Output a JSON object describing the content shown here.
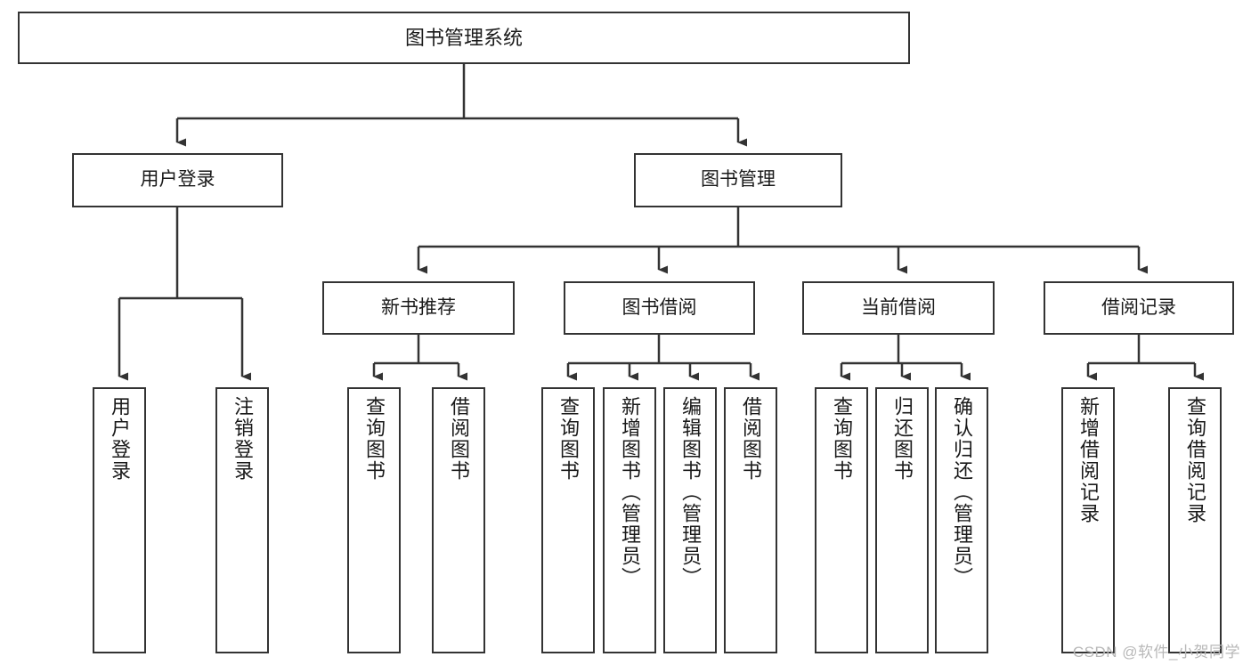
{
  "diagram": {
    "title": "图书管理系统",
    "type": "functional-structure-tree",
    "watermark": "CSDN @软件_小贺同学",
    "colors": {
      "box_border": "#333333",
      "box_fill": "#ffffff",
      "edge": "#333333",
      "text": "#1a1a1a",
      "watermark": "#b8b8b8",
      "background": "#ffffff"
    },
    "levels": {
      "root_label": "图书管理系统",
      "level2": [
        "用户登录",
        "图书管理"
      ],
      "level3": [
        "新书推荐",
        "图书借阅",
        "当前借阅",
        "借阅记录"
      ]
    },
    "nodes": {
      "root": {
        "label": "图书管理系统"
      },
      "user_login": {
        "label": "用户登录"
      },
      "book_manage": {
        "label": "图书管理"
      },
      "new_book_rec": {
        "label": "新书推荐"
      },
      "book_borrow": {
        "label": "图书借阅"
      },
      "current_borrow": {
        "label": "当前借阅"
      },
      "borrow_record": {
        "label": "借阅记录"
      },
      "leaf_user_login": {
        "label": "用户登录"
      },
      "leaf_user_logout": {
        "label": "注销登录"
      },
      "leaf_rec_query_book": {
        "label": "查询图书"
      },
      "leaf_rec_borrow_book": {
        "label": "借阅图书"
      },
      "leaf_bb_query_book": {
        "label": "查询图书"
      },
      "leaf_bb_add_book": {
        "label": "新增图书（管理员）"
      },
      "leaf_bb_edit_book": {
        "label": "编辑图书（管理员）"
      },
      "leaf_bb_borrow_book": {
        "label": "借阅图书"
      },
      "leaf_cb_query_book": {
        "label": "查询图书"
      },
      "leaf_cb_return_book": {
        "label": "归还图书"
      },
      "leaf_cb_confirm_return": {
        "label": "确认归还（管理员）"
      },
      "leaf_br_add_record": {
        "label": "新增借阅记录"
      },
      "leaf_br_query_record": {
        "label": "查询借阅记录"
      }
    },
    "edges": [
      {
        "from": "root",
        "to": "用户登录"
      },
      {
        "from": "root",
        "to": "图书管理"
      },
      {
        "from": "用户登录",
        "to": "用户登录(叶)"
      },
      {
        "from": "用户登录",
        "to": "注销登录"
      },
      {
        "from": "图书管理",
        "to": "新书推荐"
      },
      {
        "from": "图书管理",
        "to": "图书借阅"
      },
      {
        "from": "图书管理",
        "to": "当前借阅"
      },
      {
        "from": "图书管理",
        "to": "借阅记录"
      },
      {
        "from": "新书推荐",
        "to": "查询图书"
      },
      {
        "from": "新书推荐",
        "to": "借阅图书"
      },
      {
        "from": "图书借阅",
        "to": "查询图书"
      },
      {
        "from": "图书借阅",
        "to": "新增图书（管理员）"
      },
      {
        "from": "图书借阅",
        "to": "编辑图书（管理员）"
      },
      {
        "from": "图书借阅",
        "to": "借阅图书"
      },
      {
        "from": "当前借阅",
        "to": "查询图书"
      },
      {
        "from": "当前借阅",
        "to": "归还图书"
      },
      {
        "from": "当前借阅",
        "to": "确认归还（管理员）"
      },
      {
        "from": "借阅记录",
        "to": "新增借阅记录"
      },
      {
        "from": "借阅记录",
        "to": "查询借阅记录"
      }
    ]
  }
}
